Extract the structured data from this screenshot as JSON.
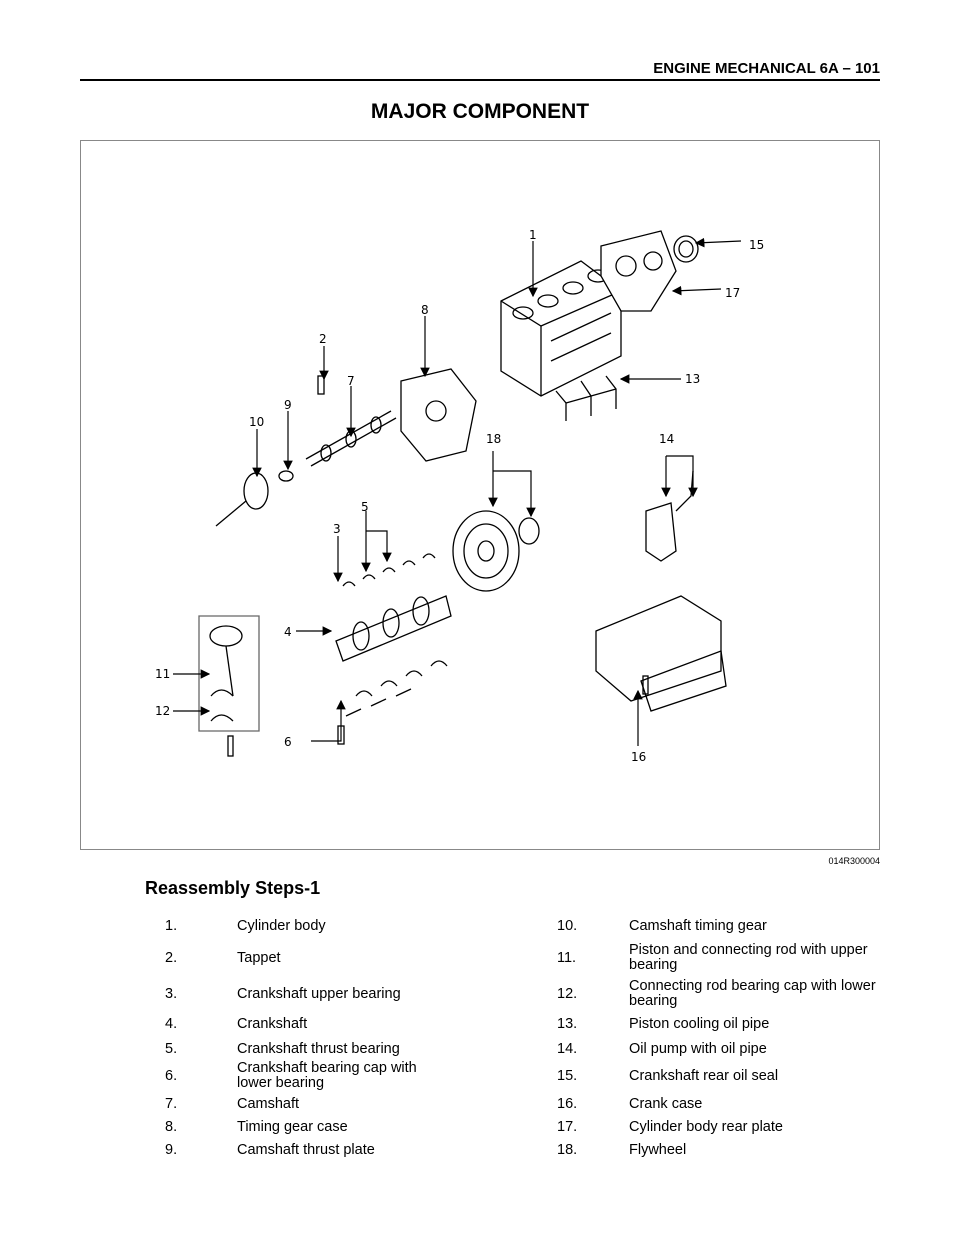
{
  "header": {
    "text": "ENGINE MECHANICAL   6A – 101"
  },
  "title": "MAJOR COMPONENT",
  "figure": {
    "code": "014R300004",
    "callouts": [
      "1",
      "2",
      "3",
      "4",
      "5",
      "6",
      "7",
      "8",
      "9",
      "10",
      "11",
      "12",
      "13",
      "14",
      "15",
      "16",
      "17",
      "18"
    ]
  },
  "section_title": "Reassembly Steps-1",
  "steps_left": [
    {
      "num": "1.",
      "label": "Cylinder body"
    },
    {
      "num": "2.",
      "label": "Tappet"
    },
    {
      "num": "3.",
      "label": "Crankshaft upper bearing"
    },
    {
      "num": "4.",
      "label": "Crankshaft"
    },
    {
      "num": "5.",
      "label": "Crankshaft thrust bearing"
    },
    {
      "num": "6.",
      "label": "Crankshaft bearing cap with lower bearing"
    },
    {
      "num": "7.",
      "label": "Camshaft"
    },
    {
      "num": "8.",
      "label": "Timing gear case"
    },
    {
      "num": "9.",
      "label": "Camshaft thrust plate"
    }
  ],
  "steps_right": [
    {
      "num": "10.",
      "label": "Camshaft timing gear"
    },
    {
      "num": "11.",
      "label": "Piston and connecting rod with upper bearing"
    },
    {
      "num": "12.",
      "label": "Connecting rod bearing cap with lower bearing"
    },
    {
      "num": "13.",
      "label": "Piston cooling oil pipe"
    },
    {
      "num": "14.",
      "label": "Oil pump with oil pipe"
    },
    {
      "num": "15.",
      "label": "Crankshaft rear oil seal"
    },
    {
      "num": "16.",
      "label": "Crank case"
    },
    {
      "num": "17.",
      "label": "Cylinder body rear plate"
    },
    {
      "num": "18.",
      "label": "Flywheel"
    }
  ]
}
